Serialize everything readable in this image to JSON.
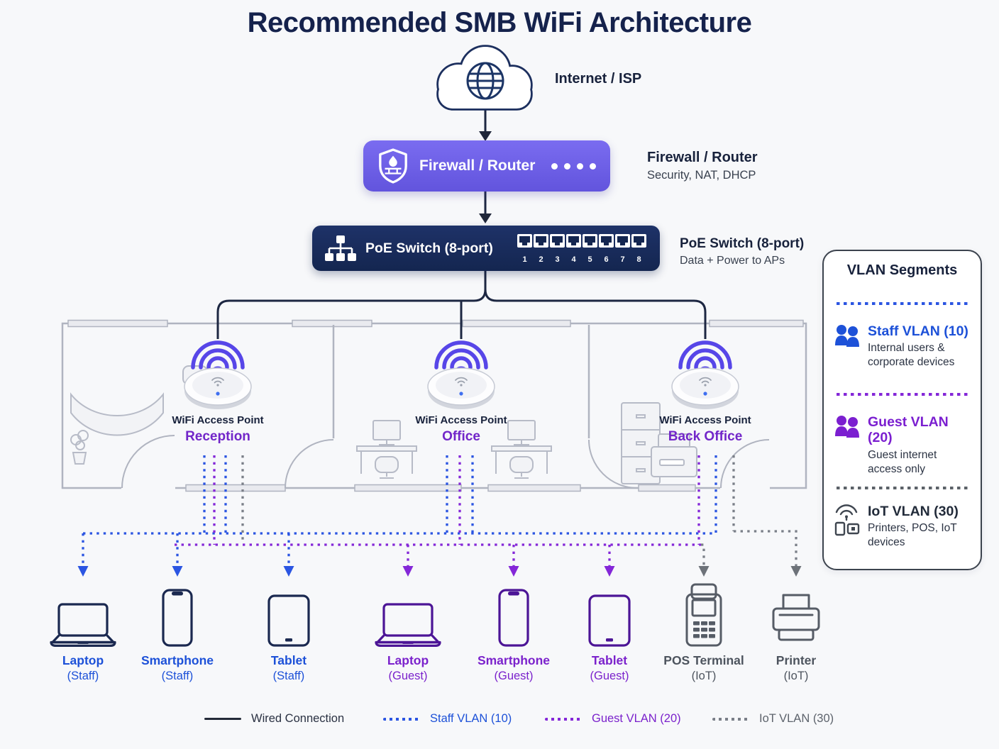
{
  "page": {
    "title": "Recommended SMB WiFi Architecture"
  },
  "internet": {
    "label": "Internet / ISP"
  },
  "firewall": {
    "box_label": "Firewall / Router",
    "side_title": "Firewall / Router",
    "side_subtitle": "Security, NAT, DHCP"
  },
  "poe": {
    "box_label": "PoE Switch (8-port)",
    "ports": [
      "1",
      "2",
      "3",
      "4",
      "5",
      "6",
      "7",
      "8"
    ],
    "side_title": "PoE Switch (8-port)",
    "side_subtitle": "Data + Power to APs"
  },
  "access_points": [
    {
      "label": "WiFi Access Point",
      "room": "Reception"
    },
    {
      "label": "WiFi Access Point",
      "room": "Office"
    },
    {
      "label": "WiFi Access Point",
      "room": "Back Office"
    }
  ],
  "vlan_panel": {
    "title": "VLAN Segments",
    "items": [
      {
        "name": "Staff VLAN (10)",
        "desc": "Internal users & corporate devices",
        "color": "#1d51d8"
      },
      {
        "name": "Guest VLAN (20)",
        "desc": "Guest internet access only",
        "color": "#7b1fd0"
      },
      {
        "name": "IoT VLAN (30)",
        "desc": "Printers, POS, IoT devices",
        "color": "#222b3a"
      }
    ]
  },
  "devices": [
    {
      "name": "Laptop",
      "group": "(Staff)",
      "type": "laptop",
      "vlan": "staff"
    },
    {
      "name": "Smartphone",
      "group": "(Staff)",
      "type": "smartphone",
      "vlan": "staff"
    },
    {
      "name": "Tablet",
      "group": "(Staff)",
      "type": "tablet",
      "vlan": "staff"
    },
    {
      "name": "Laptop",
      "group": "(Guest)",
      "type": "laptop",
      "vlan": "guest"
    },
    {
      "name": "Smartphone",
      "group": "(Guest)",
      "type": "smartphone",
      "vlan": "guest"
    },
    {
      "name": "Tablet",
      "group": "(Guest)",
      "type": "tablet",
      "vlan": "guest"
    },
    {
      "name": "POS Terminal",
      "group": "(IoT)",
      "type": "pos-terminal",
      "vlan": "iot"
    },
    {
      "name": "Printer",
      "group": "(IoT)",
      "type": "printer",
      "vlan": "iot"
    }
  ],
  "legend": [
    {
      "label": "Wired Connection",
      "style": "solid",
      "color": "#2a3142"
    },
    {
      "label": "Staff VLAN (10)",
      "style": "dotted",
      "color": "#1d51d8"
    },
    {
      "label": "Guest VLAN (20)",
      "style": "dotted",
      "color": "#7b22cc"
    },
    {
      "label": "IoT VLAN (30)",
      "style": "dotted",
      "color": "#5d636c"
    }
  ],
  "colors": {
    "staff_blue": "#2b55e2",
    "guest_purple": "#8427d8",
    "iot_gray": "#7a7f88",
    "wired_navy": "#1d2742",
    "firewall_purple": "#6c5ee6",
    "switch_navy": "#182a5a",
    "wifi_wave": "#5746e8"
  }
}
